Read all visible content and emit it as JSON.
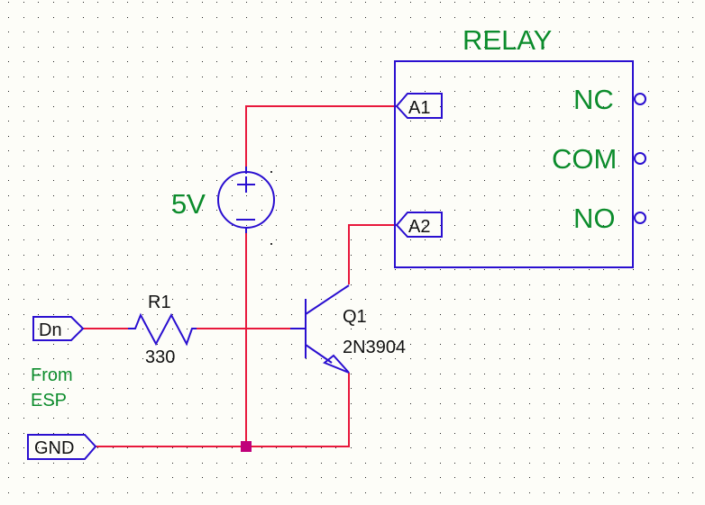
{
  "title": "RELAY",
  "colors": {
    "background": "#fdfdf8",
    "wire": "#e8183c",
    "component": "#2a0fd0",
    "label_green": "#0c8c2c",
    "text_black": "#111111",
    "junction": "#c0007a",
    "grid_dot": "#222222"
  },
  "relay": {
    "title": "RELAY",
    "inputs": [
      "A1",
      "A2"
    ],
    "outputs": [
      "NC",
      "COM",
      "NO"
    ]
  },
  "source": {
    "label": "5V",
    "plus": "+",
    "minus": "−"
  },
  "resistor": {
    "name": "R1",
    "value": "330"
  },
  "transistor": {
    "name": "Q1",
    "part": "2N3904"
  },
  "ports": {
    "data": "Dn",
    "ground": "GND"
  },
  "note": {
    "line1": "From",
    "line2": "ESP"
  }
}
